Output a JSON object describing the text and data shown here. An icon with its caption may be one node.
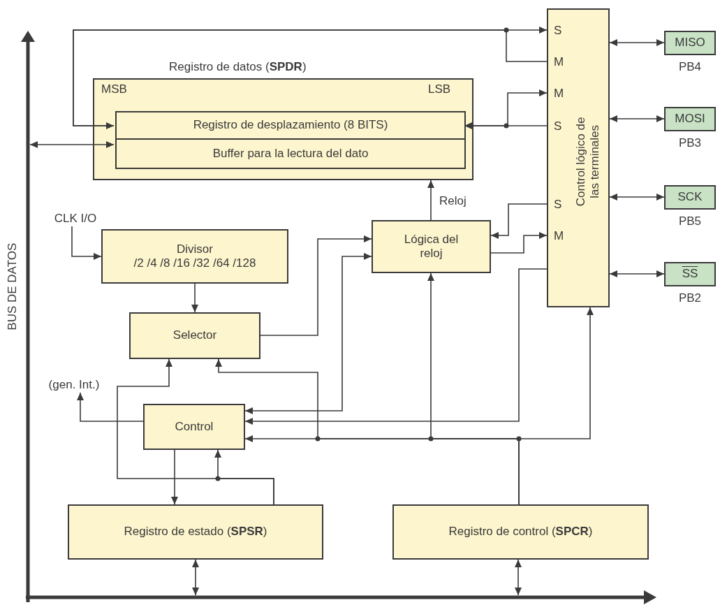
{
  "diagram": {
    "nodes": [
      {
        "text": [
          "Registro de datos (**SPDR**)",
          "MSB",
          "LSB"
        ]
      },
      {
        "text": [
          "Registro de desplazamiento (8 BITS)"
        ],
        "in": 0
      },
      {
        "text": [
          "Buffer para la lectura del dato"
        ],
        "in": 0
      },
      {
        "text": [
          "Control lógico de las terminales",
          "S",
          "M",
          "M",
          "S",
          "S",
          "M"
        ]
      },
      {
        "text": [
          "MISO"
        ],
        "beside": [
          "PB4"
        ]
      },
      {
        "text": [
          "MOSI"
        ],
        "beside": [
          "PB3"
        ]
      },
      {
        "text": [
          "SCK"
        ],
        "beside": [
          "PB5"
        ]
      },
      {
        "text": [
          "SS"
        ],
        "beside": [
          "PB2"
        ]
      },
      {
        "text": [
          "Divisor",
          "/2 /4 /8 /16 /32 /64 /128"
        ]
      },
      {
        "text": [
          "Selector"
        ]
      },
      {
        "text": [
          "Lógica del reloj"
        ]
      },
      {
        "text": [
          "Control"
        ]
      },
      {
        "text": [
          "Registro de estado (**SPSR**)"
        ]
      },
      {
        "text": [
          "Registro de control (**SPCR**)"
        ]
      },
      {
        "text": [],
        "shape": "bar",
        "beside": [
          "BUS DE DATOS"
        ]
      },
      {
        "text": [
          "CLK I/O"
        ]
      },
      {
        "text": [
          "(gen. Int.)"
        ]
      },
      {
        "text": [],
        "shape": "bar"
      }
    ],
    "edges": [
      {
        "from": 14,
        "to": 2,
        "arrow": "both"
      },
      {
        "from": 17,
        "to": 12,
        "arrow": "both"
      },
      {
        "from": 17,
        "to": 13,
        "arrow": "both"
      },
      {
        "from": 3,
        "to": 4,
        "arrow": "both"
      },
      {
        "from": 3,
        "to": 5,
        "arrow": "both"
      },
      {
        "from": 3,
        "to": 6,
        "arrow": "both"
      },
      {
        "from": 3,
        "to": 7,
        "arrow": "both"
      },
      {
        "from": 3,
        "to": 1,
        "arrow": "to"
      },
      {
        "from": 1,
        "to": 3,
        "arrow": "to"
      },
      {
        "from": 3,
        "to": 1,
        "arrow": "to"
      },
      {
        "from": 1,
        "to": 3,
        "arrow": "to"
      },
      {
        "from": 9,
        "to": 10,
        "arrow": "to"
      },
      {
        "from": 11,
        "to": 10,
        "arrow": "both"
      },
      {
        "from": 3,
        "to": 10,
        "arrow": "to"
      },
      {
        "from": 10,
        "to": 3,
        "arrow": "to"
      },
      {
        "from": 10,
        "to": 0,
        "arrow": "to",
        "label": "Reloj"
      },
      {
        "from": 3,
        "to": 11,
        "arrow": "to"
      },
      {
        "from": 13,
        "to": 11,
        "arrow": "to"
      },
      {
        "from": 13,
        "to": 3,
        "arrow": "to"
      },
      {
        "from": 13,
        "to": 10,
        "arrow": "to"
      },
      {
        "from": 13,
        "to": 9,
        "arrow": "to"
      },
      {
        "from": 11,
        "to": 12,
        "arrow": "to"
      },
      {
        "from": 12,
        "to": 11,
        "arrow": "to"
      },
      {
        "from": 12,
        "to": 9,
        "arrow": "to"
      },
      {
        "from": 11,
        "to": 16,
        "arrow": "to"
      },
      {
        "from": 15,
        "to": 8,
        "arrow": "to"
      },
      {
        "from": 8,
        "to": 9,
        "arrow": "to"
      }
    ]
  }
}
